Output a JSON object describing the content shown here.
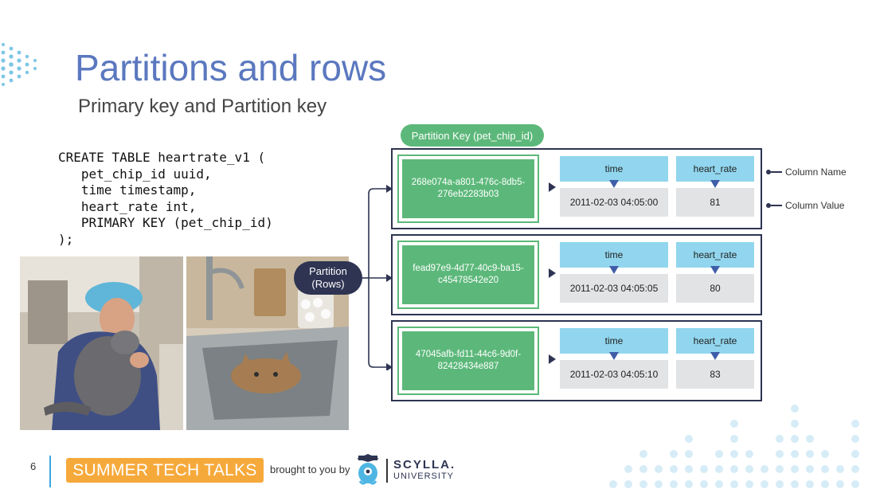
{
  "slide": {
    "title": "Partitions and rows",
    "subtitle": "Primary key and Partition key",
    "code": "CREATE TABLE heartrate_v1 (\n   pet_chip_id uuid,\n   time timestamp,\n   heart_rate int,\n   PRIMARY KEY (pet_chip_id)\n);"
  },
  "diagram": {
    "partition_key_label": "Partition Key (pet_chip_id)",
    "partition_label_line1": "Partition",
    "partition_label_line2": "(Rows)",
    "legend": {
      "column_name": "Column Name",
      "column_value": "Column Value"
    },
    "rows": [
      {
        "key": "268e074a-a801-476c-8db5-276eb2283b03",
        "col1_name": "time",
        "col1_value": "2011-02-03 04:05:00",
        "col2_name": "heart_rate",
        "col2_value": "81"
      },
      {
        "key": "fead97e9-4d77-40c9-ba15-c45478542e20",
        "col1_name": "time",
        "col1_value": "2011-02-03 04:05:05",
        "col2_name": "heart_rate",
        "col2_value": "80"
      },
      {
        "key": "47045afb-fd11-44c6-9d0f-82428434e887",
        "col1_name": "time",
        "col1_value": "2011-02-03 04:05:10",
        "col2_name": "heart_rate",
        "col2_value": "83"
      }
    ]
  },
  "footer": {
    "page_number": "6",
    "banner": "SUMMER TECH TALKS",
    "brought_by": "brought to you by",
    "brand_name": "SCYLLA.",
    "brand_sub": "UNIVERSITY"
  },
  "colors": {
    "title": "#5b78bf",
    "key_green": "#5cb87a",
    "column_blue": "#91d6ee",
    "value_gray": "#e2e3e5",
    "navy": "#2e3452",
    "banner_orange": "#f6a93b"
  }
}
